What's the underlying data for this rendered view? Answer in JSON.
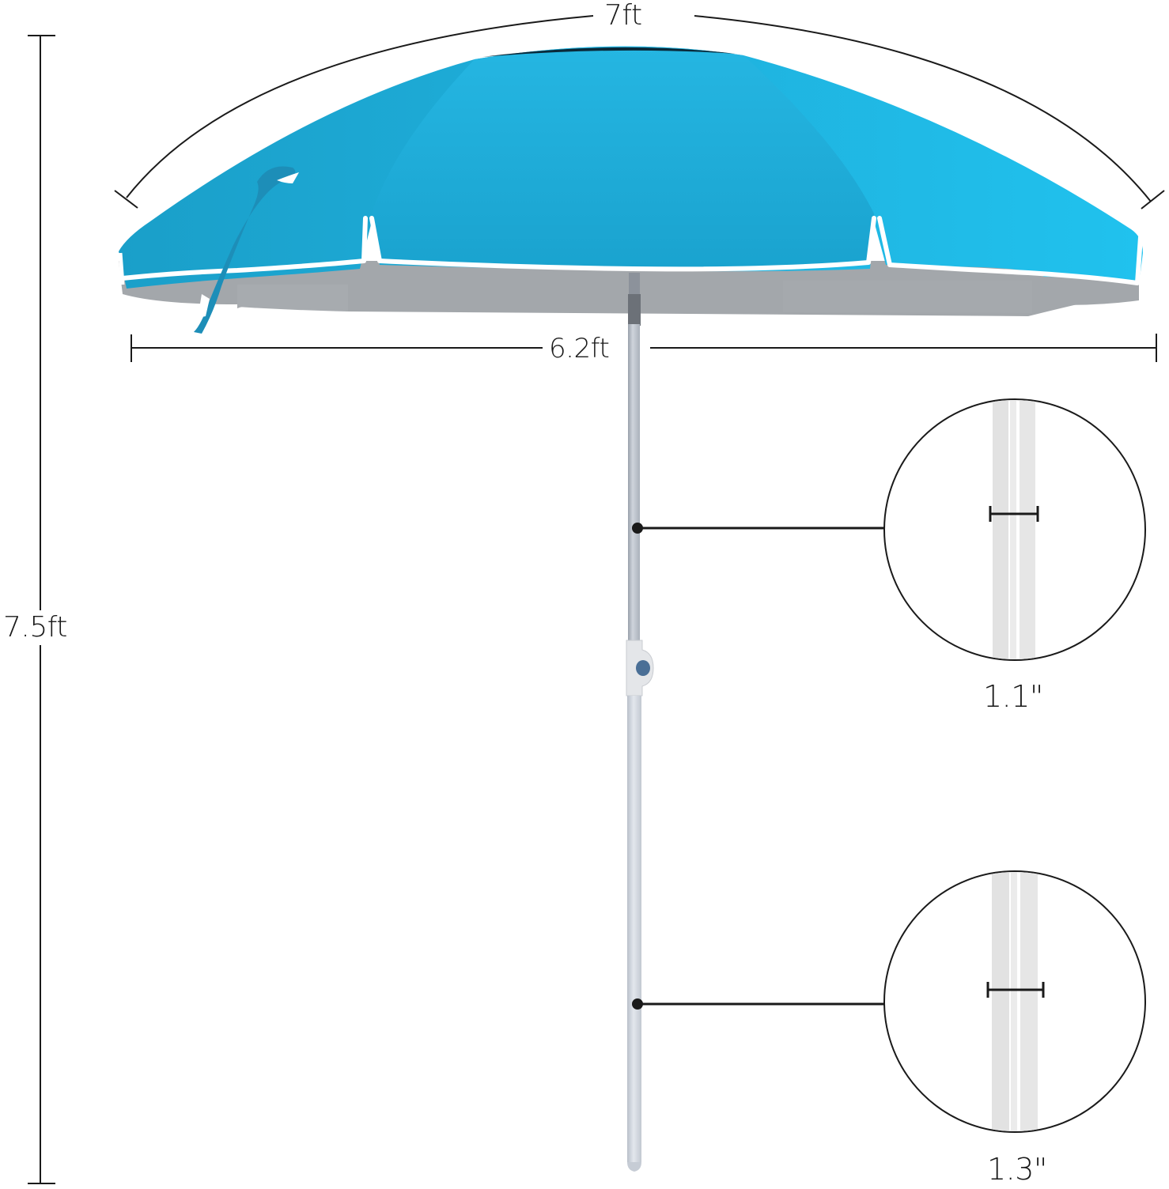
{
  "diagram": {
    "subject": "beach umbrella dimensions",
    "colors": {
      "canopy_light": "#22c0ec",
      "canopy_mid": "#1eaed8",
      "canopy_dark": "#1792bd",
      "canopy_underside": "#a3a7ab",
      "trim": "#ffffff",
      "pole": "#c9ced6",
      "pole_dark": "#8c929b",
      "tilt_button": "#4a6f96",
      "line": "#1a1a1a"
    },
    "dimensions": {
      "canopy_arc": {
        "label": "7ft"
      },
      "canopy_width": {
        "label": "6.2ft"
      },
      "total_height": {
        "label": "7.5ft"
      },
      "upper_pole_diameter": {
        "label": "1.1\""
      },
      "lower_pole_diameter": {
        "label": "1.3\""
      }
    },
    "callouts": [
      {
        "name": "upper-pole-detail",
        "label": "1.1\""
      },
      {
        "name": "lower-pole-detail",
        "label": "1.3\""
      }
    ]
  }
}
